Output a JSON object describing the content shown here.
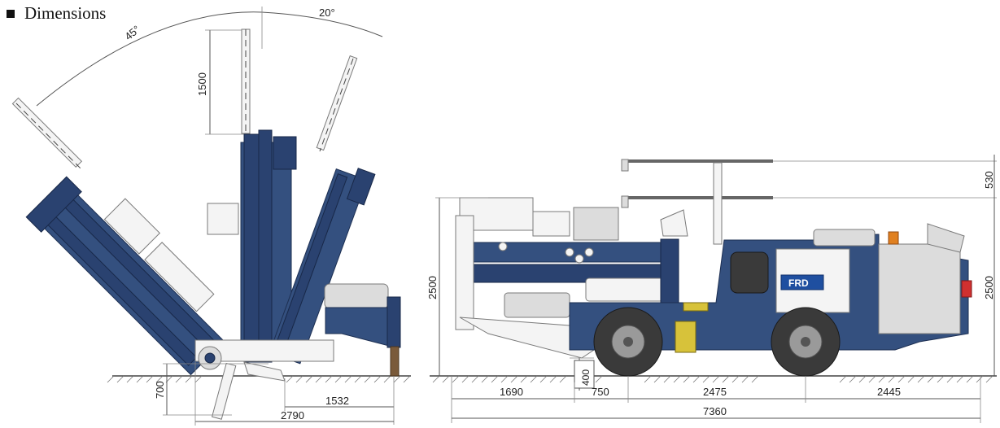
{
  "heading": {
    "bullet": "■",
    "title": "Dimensions"
  },
  "front_view": {
    "angle_left": "45°",
    "angle_right": "20°",
    "feed_extension": "1500",
    "depth_below_ground": "700",
    "offset_width": "1532",
    "total_width": "2790"
  },
  "side_view": {
    "canopy_raise": "530",
    "height_left": "2500",
    "height_right": "2500",
    "ground_clearance": "400",
    "front_overhang": "1690",
    "front_to_axle": "750",
    "wheelbase": "2475",
    "rear_overhang": "2445",
    "total_length": "7360",
    "logo_text": "FRD"
  },
  "colors": {
    "machine_blue": "#34507f",
    "outline": "#1d2f52",
    "logo_bg": "#1f4fa0"
  }
}
